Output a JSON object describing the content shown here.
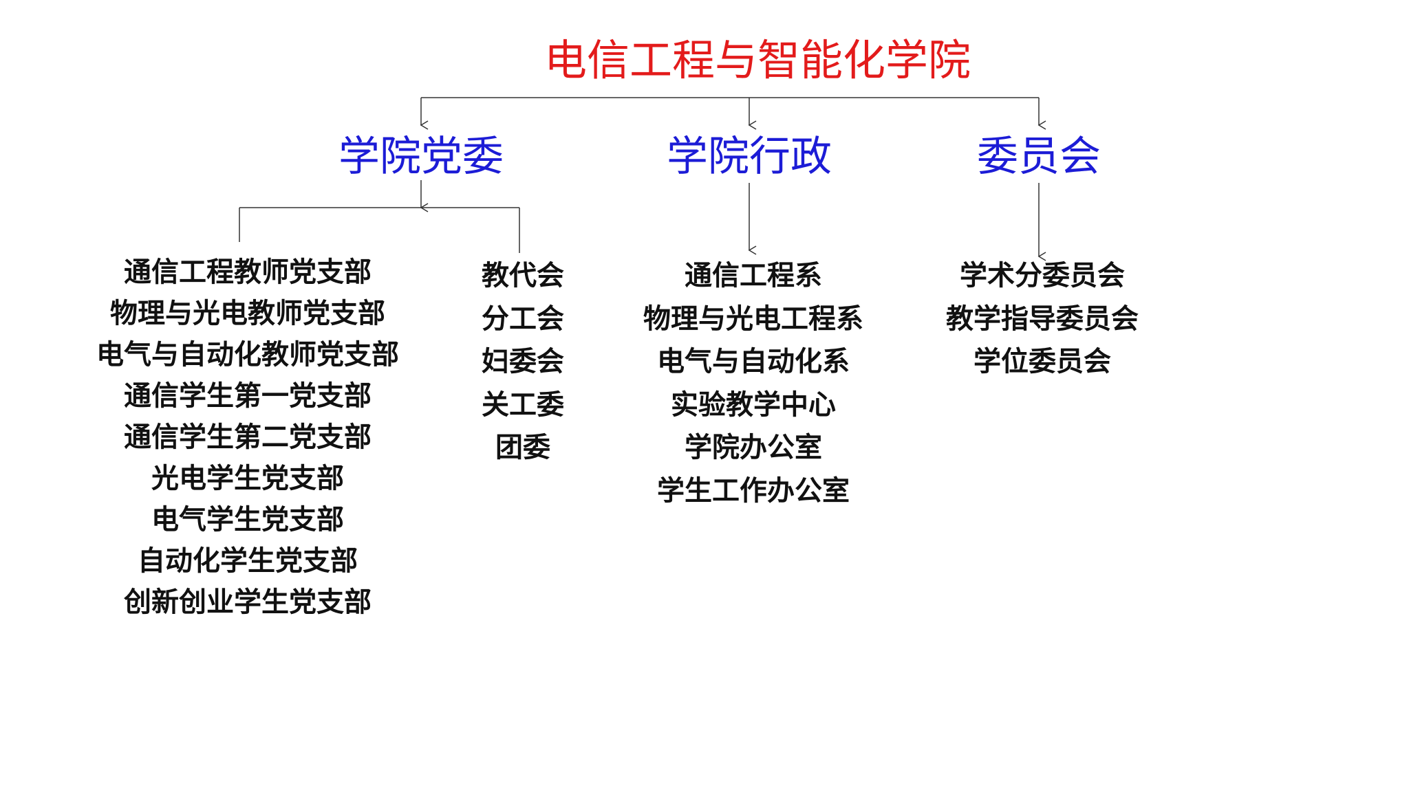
{
  "title": "电信工程与智能化学院",
  "branches": {
    "party": "学院党委",
    "admin": "学院行政",
    "committee": "委员会"
  },
  "party_branches": [
    "通信工程教师党支部",
    "物理与光电教师党支部",
    "电气与自动化教师党支部",
    "通信学生第一党支部",
    "通信学生第二党支部",
    "光电学生党支部",
    "电气学生党支部",
    "自动化学生党支部",
    "创新创业学生党支部"
  ],
  "mass_organizations": [
    "教代会",
    "分工会",
    "妇委会",
    "关工委",
    "团委"
  ],
  "admin_units": [
    "通信工程系",
    "物理与光电工程系",
    "电气与自动化系",
    "实验教学中心",
    "学院办公室",
    "学生工作办公室"
  ],
  "committees": [
    "学术分委员会",
    "教学指导委员会",
    "学位委员会"
  ],
  "colors": {
    "title": "#e31b1b",
    "branch": "#1c1cd6",
    "text": "#111111",
    "line": "#333333"
  }
}
